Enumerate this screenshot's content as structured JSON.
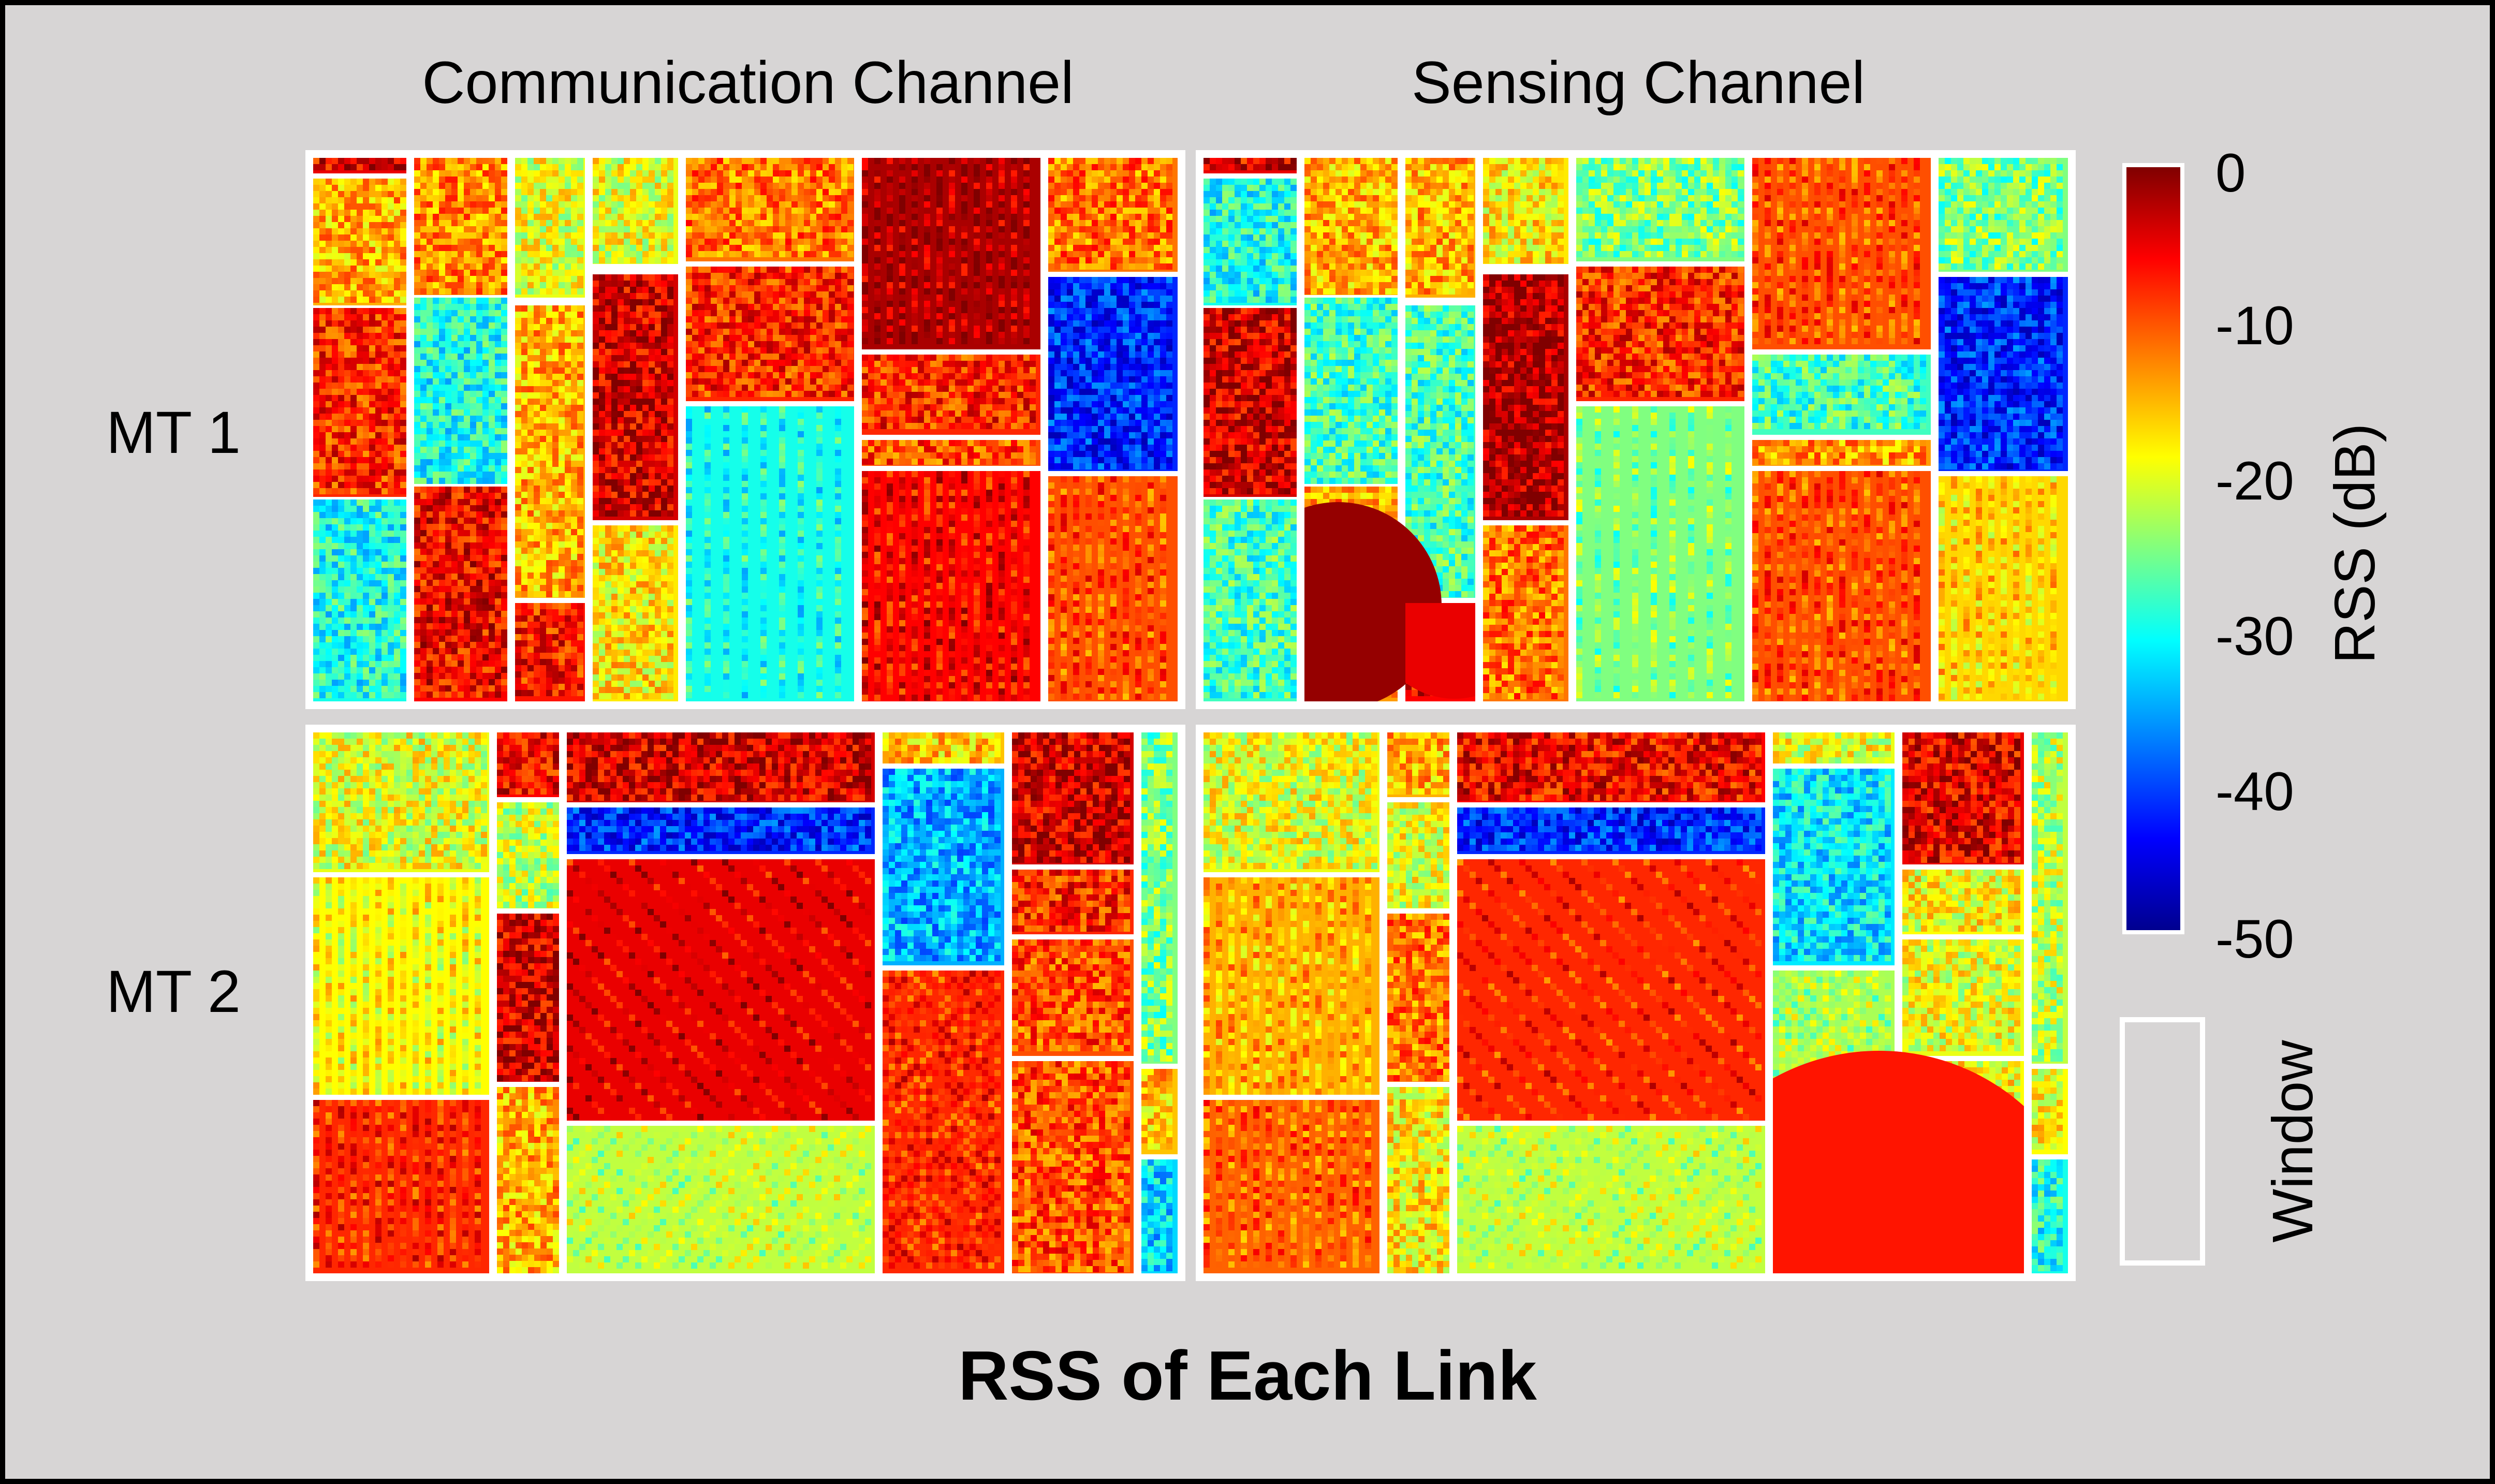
{
  "figure": {
    "title": "RSS of Each Link",
    "column_titles": [
      "Communication Channel",
      "Sensing Channel"
    ],
    "row_labels": [
      "MT 1",
      "MT 2"
    ]
  },
  "colorbar": {
    "label": "RSS (dB)",
    "ticks": [
      "0",
      "-10",
      "-20",
      "-30",
      "-40",
      "-50"
    ],
    "range_db": [
      -50,
      0
    ],
    "colormap": "jet"
  },
  "legend": {
    "window_label": "Window"
  },
  "colors": {
    "background": "#d7d5d5",
    "border": "#000000",
    "window_outline": "#ffffff"
  }
}
